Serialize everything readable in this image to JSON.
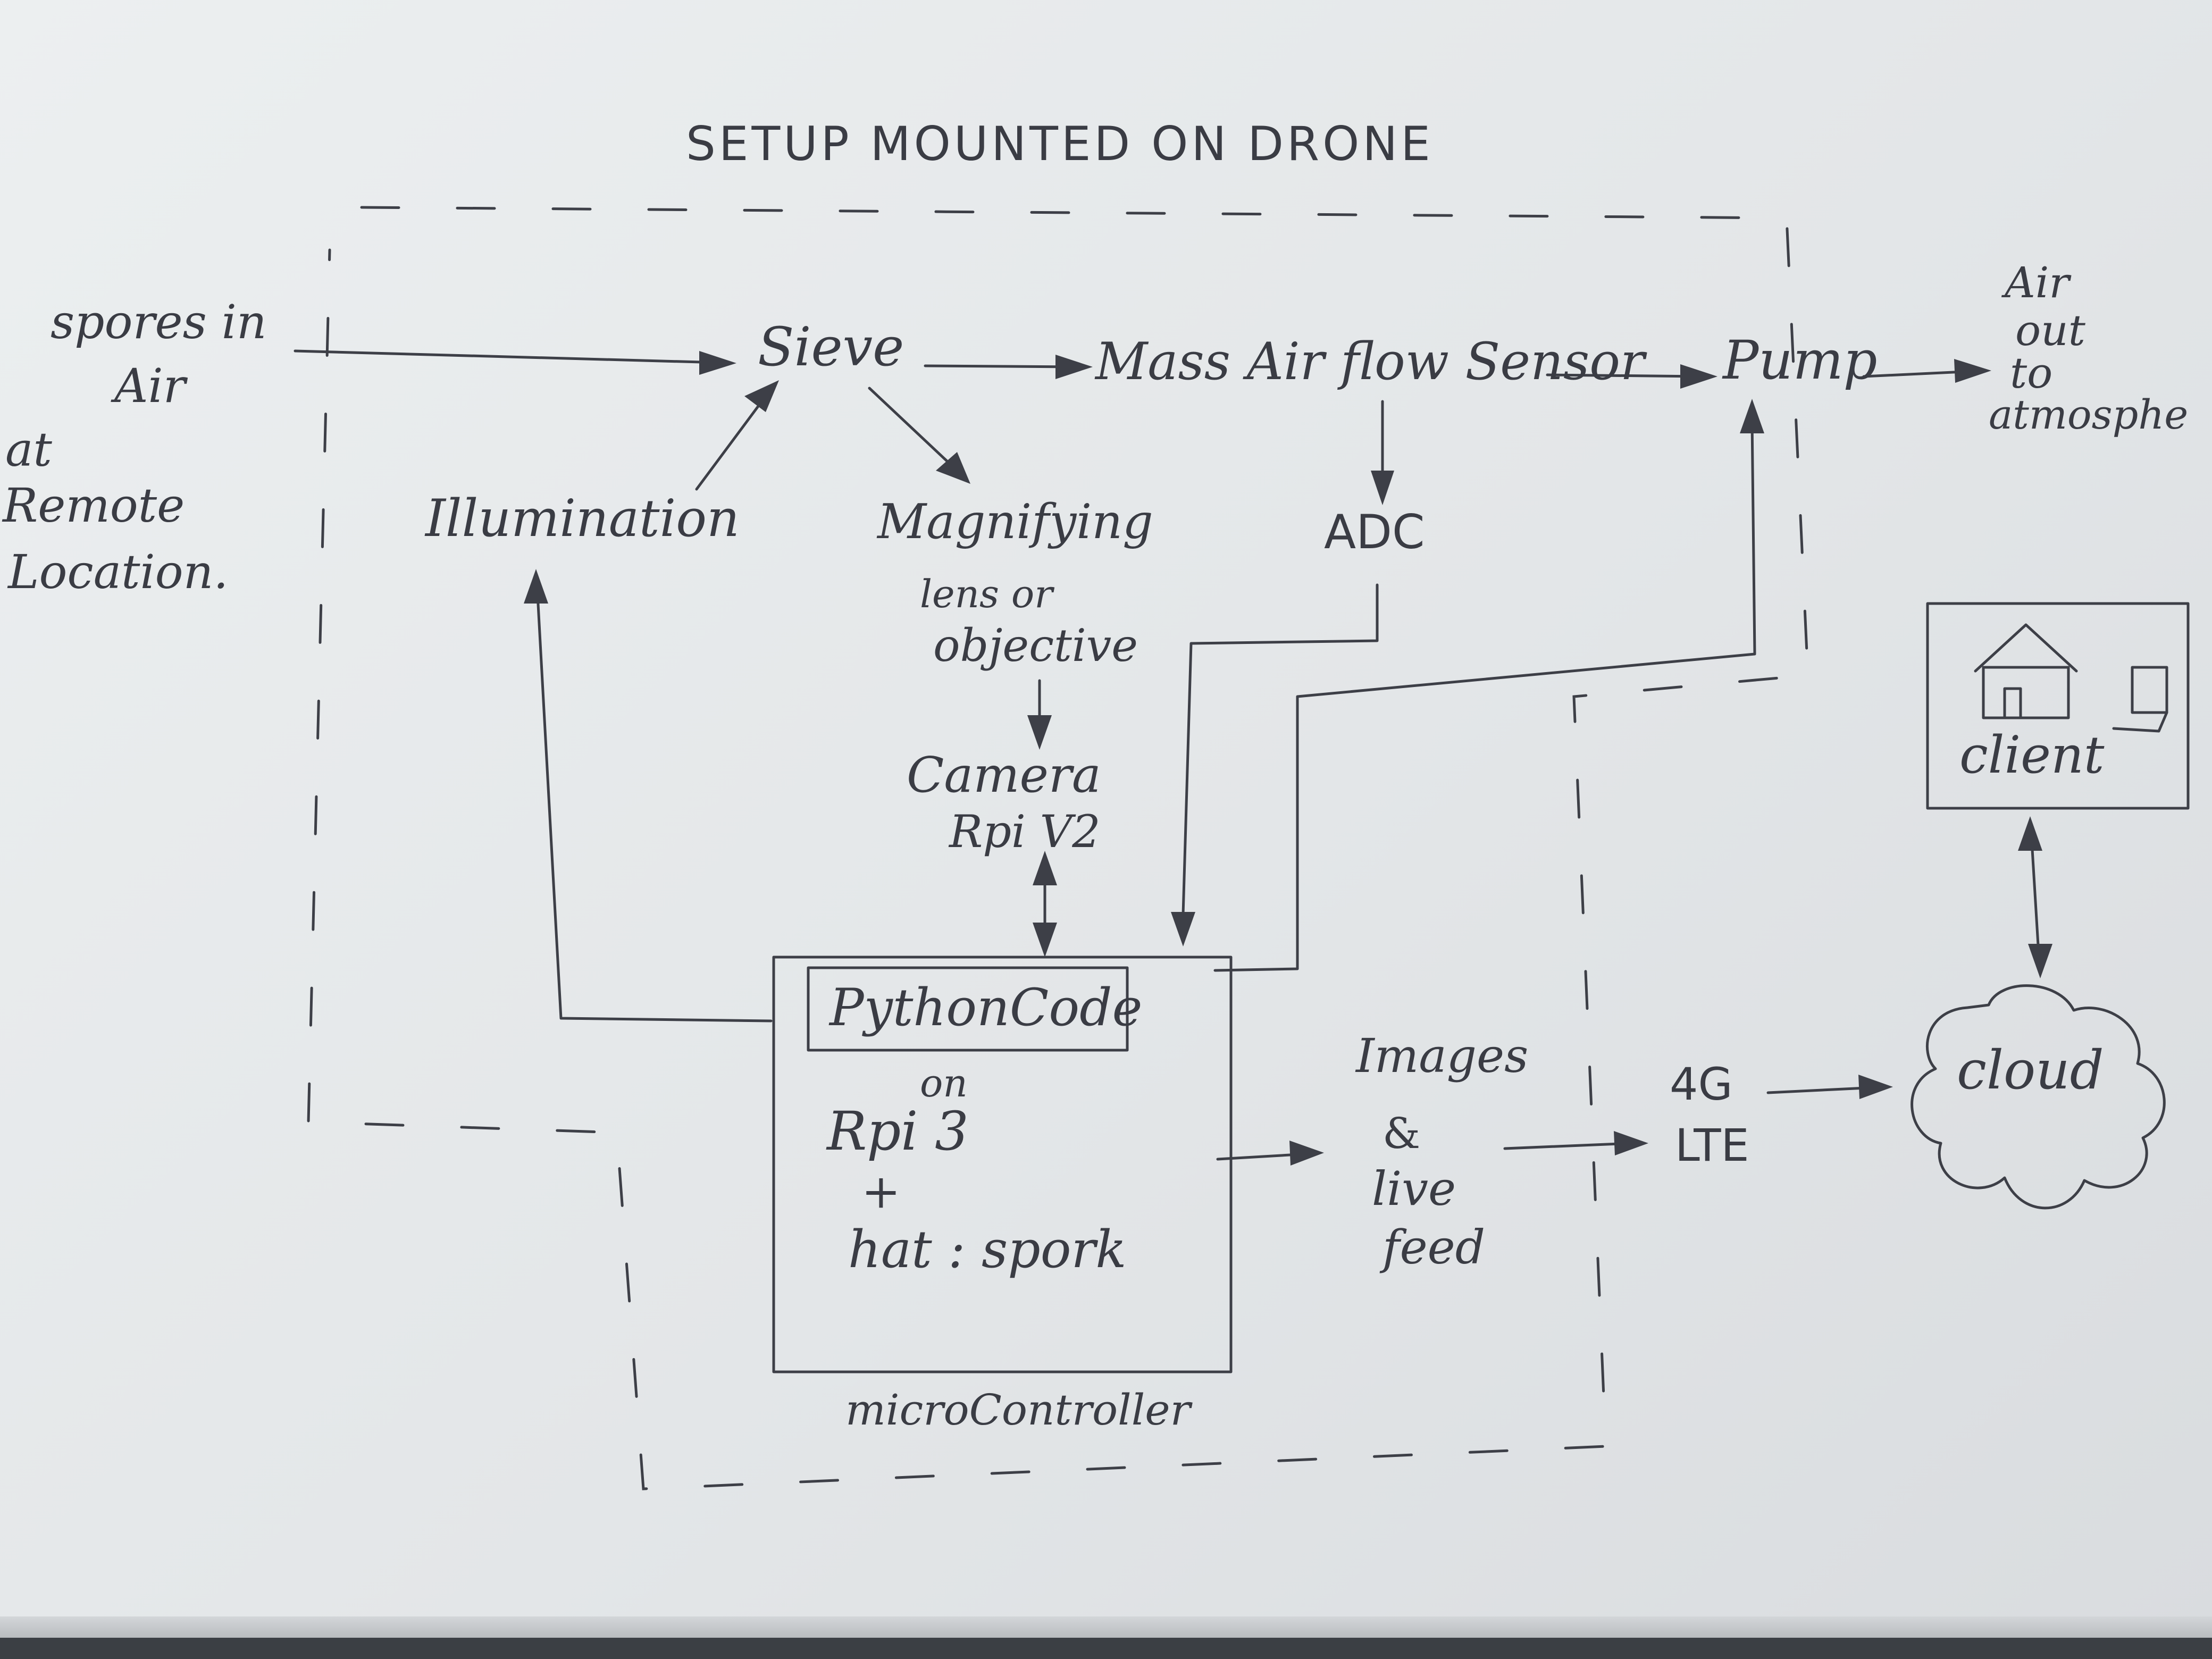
{
  "title": "SETUP MOUNTED ON DRONE",
  "labels": {
    "spores_line1": "spores in",
    "spores_line2": "Air",
    "spores_line3": "at",
    "spores_line4": "Remote",
    "spores_line5": "Location.",
    "sieve": "Sieve",
    "mass_air_flow": "Mass Air flow Sensor",
    "pump": "Pump",
    "air_out_line1": "Air",
    "air_out_line2": "out",
    "air_out_line3": "to",
    "air_out_line4": "atmosphe",
    "illumination": "Illumination",
    "magnifying_line1": "Magnifying",
    "magnifying_line2": "lens or",
    "magnifying_line3": "objective",
    "adc": "ADC",
    "camera_line1": "Camera",
    "camera_line2": "Rpi V2",
    "python_code": "PythonCode",
    "mc_on": "on",
    "mc_rpi": "Rpi 3",
    "mc_plus": "+",
    "mc_hat": "hat : spork",
    "microcontroller": "microController",
    "images_line1": "Images",
    "images_line2": "&",
    "images_line3": "live",
    "images_line4": "feed",
    "lte_line1": "4G",
    "lte_line2": "LTE",
    "cloud": "cloud",
    "client": "client"
  }
}
